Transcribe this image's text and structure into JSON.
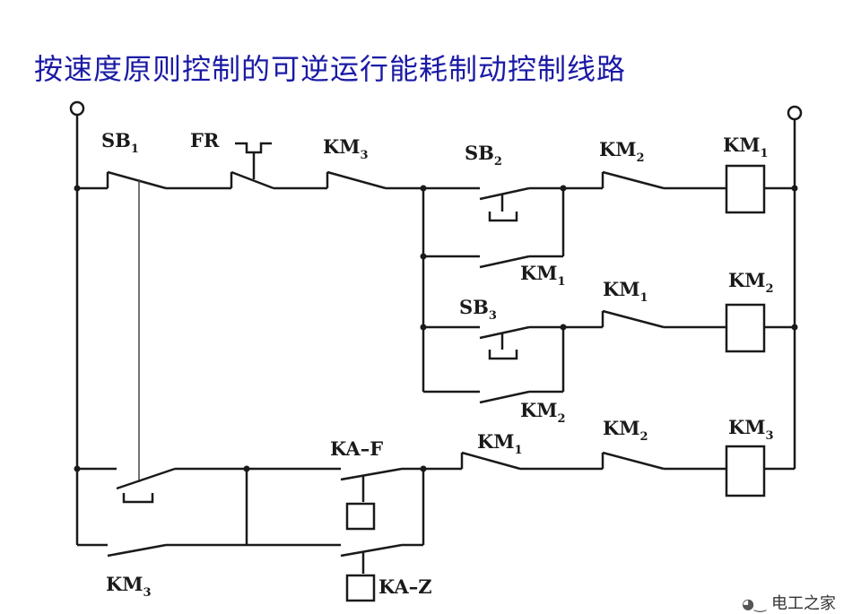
{
  "title": "按速度原则控制的可逆运行能耗制动控制线路",
  "watermark": "电工之家",
  "labels": {
    "sb1": {
      "main": "SB",
      "sub": "1"
    },
    "fr": {
      "main": "FR",
      "sub": ""
    },
    "km3_top": {
      "main": "KM",
      "sub": "3"
    },
    "sb2": {
      "main": "SB",
      "sub": "2"
    },
    "km2_top": {
      "main": "KM",
      "sub": "2"
    },
    "km1_coil": {
      "main": "KM",
      "sub": "1"
    },
    "km1_seal": {
      "main": "KM",
      "sub": "1"
    },
    "sb3": {
      "main": "SB",
      "sub": "3"
    },
    "km1_interlock": {
      "main": "KM",
      "sub": "1"
    },
    "km2_coil": {
      "main": "KM",
      "sub": "2"
    },
    "km2_seal": {
      "main": "KM",
      "sub": "2"
    },
    "kaf": {
      "main": "KA–F",
      "sub": ""
    },
    "km1_bottom": {
      "main": "KM",
      "sub": "1"
    },
    "km2_bottom": {
      "main": "KM",
      "sub": "2"
    },
    "km3_coil": {
      "main": "KM",
      "sub": "3"
    },
    "km3_seal": {
      "main": "KM",
      "sub": "3"
    },
    "kaz": {
      "main": "KA–Z",
      "sub": ""
    }
  }
}
